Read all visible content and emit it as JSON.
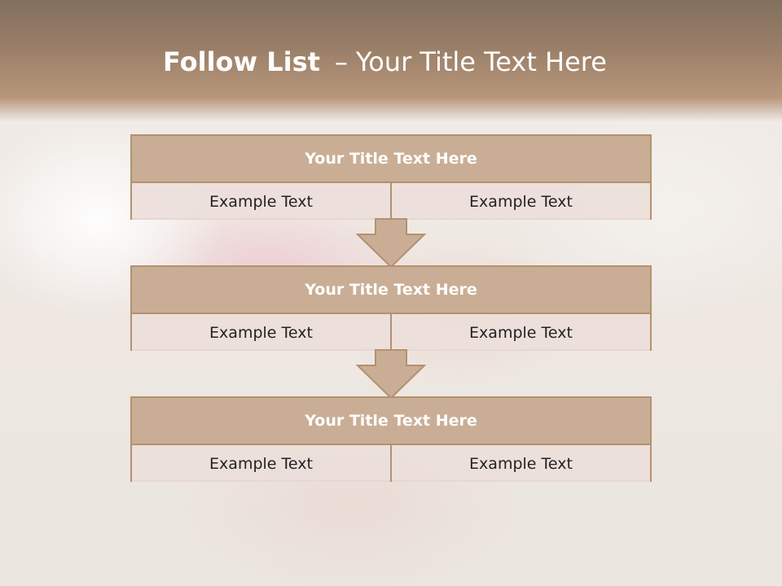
{
  "slide": {
    "title_bold": "Follow List",
    "title_sep": "–",
    "title_rest": "Your Title Text Here"
  },
  "steps": [
    {
      "title": "Your Title Text Here",
      "left": "Example Text",
      "right": "Example Text"
    },
    {
      "title": "Your Title Text Here",
      "left": "Example Text",
      "right": "Example Text"
    },
    {
      "title": "Your Title Text Here",
      "left": "Example Text",
      "right": "Example Text"
    }
  ],
  "colors": {
    "header": "#9a7f68",
    "box_head": "#c9ae95",
    "box_border": "#b3916f",
    "box_cell": "#ecdfda",
    "arrow_fill": "#c9ae95"
  },
  "icons": [
    "down-arrow-icon"
  ]
}
